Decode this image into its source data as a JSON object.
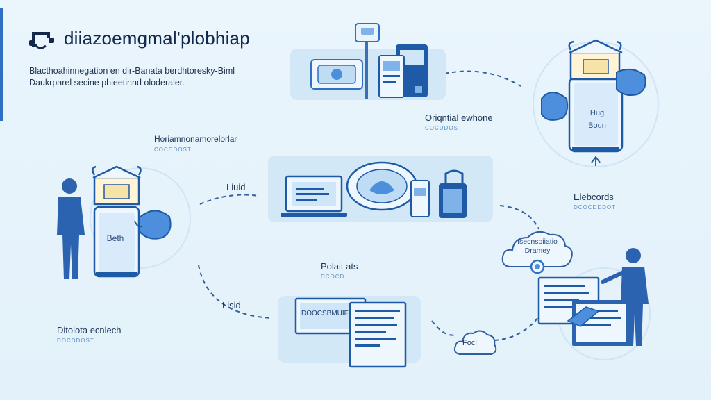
{
  "header": {
    "title": "diiazoemgmal'plobhiap",
    "subtitle_line1": "Blacthoahinnegation en dir-Banata berdhtoresky-Biml",
    "subtitle_line2": "Daukrparel secine phieetinnd oloderaler."
  },
  "nodes": {
    "original": {
      "label": "Oriqntial ewhone",
      "sublabel": "COCDDOST"
    },
    "hug": {
      "line1": "Hug",
      "line2": "Boun"
    },
    "horizontal": {
      "label": "Horiamnonamorelorlar",
      "sublabel": "COCDDOST"
    },
    "liuid": {
      "label": "Liuid"
    },
    "beth": {
      "label": "Beth"
    },
    "elebcords": {
      "label": "Elebcords",
      "sublabel": "DCOCDDDOT"
    },
    "cloud_top": {
      "line1": "Isecnsoiiatio",
      "line2": "Dramey"
    },
    "polait": {
      "label": "Polait ats",
      "sublabel": "DCOCD"
    },
    "doc_screen": {
      "label": "DOOCSBMUIF"
    },
    "lisid": {
      "label": "Lisid"
    },
    "ditolota": {
      "label": "Ditolota ecnlech",
      "sublabel": "DOCDDOST"
    },
    "cloud_bottom": {
      "label": "Focl"
    }
  },
  "colors": {
    "accent": "#2f6fc4",
    "dark_blue": "#1f5aa6",
    "light_panel": "#d3e8f7",
    "person": "#2c63b0",
    "hand": "#4d8fdc"
  }
}
